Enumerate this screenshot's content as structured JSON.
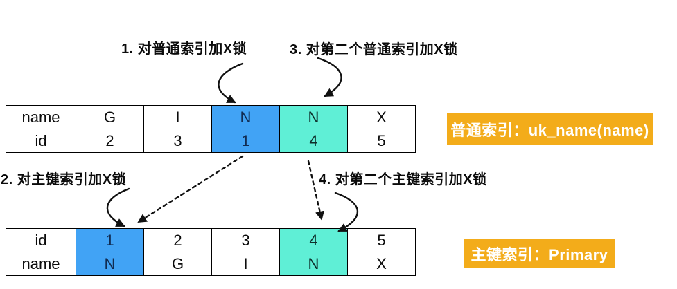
{
  "colors": {
    "highlight_blue": "#41A3F5",
    "highlight_cyan": "#5FEFD6",
    "badge_orange": "#F3AC1A"
  },
  "steps": {
    "step1": "1. 对普通索引加X锁",
    "step2": "2. 对主键索引加X锁",
    "step3": "3. 对第二个普通索引加X锁",
    "step4": "4. 对第二个主键索引加X锁"
  },
  "secondary_index_table": {
    "rows": [
      {
        "header": "name",
        "cells": [
          "G",
          "I",
          "N",
          "N",
          "X"
        ]
      },
      {
        "header": "id",
        "cells": [
          "2",
          "3",
          "1",
          "4",
          "5"
        ]
      }
    ]
  },
  "primary_index_table": {
    "rows": [
      {
        "header": "id",
        "cells": [
          "1",
          "2",
          "3",
          "4",
          "5"
        ]
      },
      {
        "header": "name",
        "cells": [
          "N",
          "G",
          "I",
          "N",
          "X"
        ]
      }
    ]
  },
  "index_labels": {
    "secondary": "普通索引：uk_name(name)",
    "primary": "主键索引：Primary"
  }
}
